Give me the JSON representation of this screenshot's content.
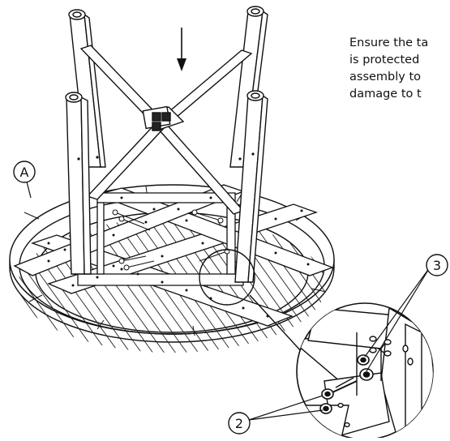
{
  "instruction": {
    "lines": [
      "Ensure the ta",
      "is protected",
      "assembly to",
      "damage to t"
    ]
  },
  "callouts": {
    "assembly": "A",
    "bolt": "2",
    "washer": "3"
  },
  "colors": {
    "line": "#111111",
    "background": "#ffffff",
    "shade": "#dedede"
  },
  "icons": {
    "direction": "down-arrow-icon"
  }
}
